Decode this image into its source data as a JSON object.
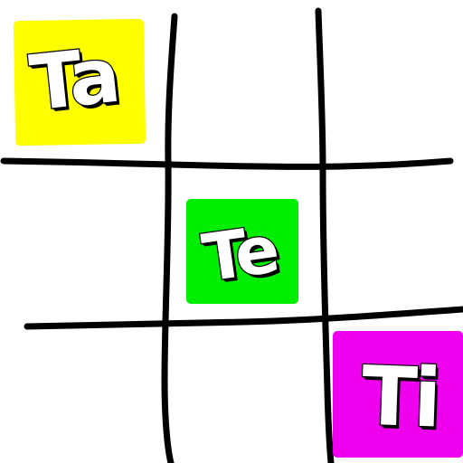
{
  "board": {
    "size": 3,
    "line_color": "#000000",
    "cells": [
      {
        "row": 0,
        "col": 0,
        "text": "Ta",
        "color": "#ffff00"
      },
      {
        "row": 1,
        "col": 1,
        "text": "Te",
        "color": "#00ee00"
      },
      {
        "row": 2,
        "col": 2,
        "text": "Ti",
        "color": "#ee00ee"
      }
    ]
  }
}
